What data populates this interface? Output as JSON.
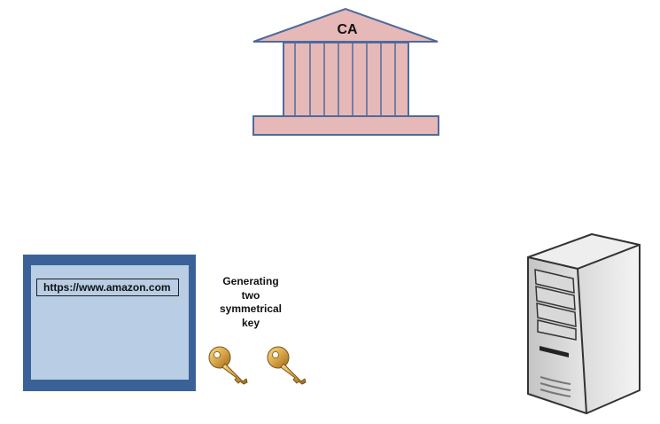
{
  "ca": {
    "label": "CA",
    "fill": "#e6b9b8",
    "stroke": "#4f6a9c"
  },
  "browser": {
    "url": "https://www.amazon.com",
    "frame_color": "#3a6298",
    "screen_color": "#b9cde5"
  },
  "caption": {
    "lines": [
      "Generating",
      "two",
      "symmetrical",
      "key"
    ]
  },
  "keys": [
    {
      "icon": "key-icon",
      "color": "#d4a64a"
    },
    {
      "icon": "key-icon",
      "color": "#d4a64a"
    }
  ],
  "server": {
    "icon": "server-tower-icon"
  }
}
